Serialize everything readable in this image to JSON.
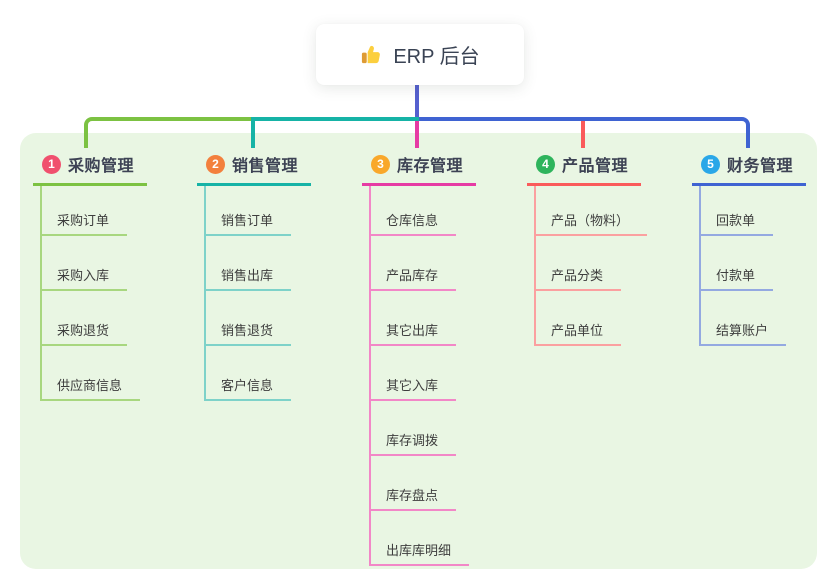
{
  "root": {
    "label": "ERP 后台",
    "icon": "thumbs-up-icon"
  },
  "colors": {
    "stem": "#5560cf",
    "panel_bg": "#e9f6e3",
    "root_text": "#3a4354",
    "branch_title_text": "#3d4254",
    "child_text": "#3e3e3e"
  },
  "branches": [
    {
      "index": "1",
      "label": "采购管理",
      "badge_color": "#f0506e",
      "line_color": "#7cc242",
      "child_line_color": "#a8d77f",
      "children": [
        "采购订单",
        "采购入库",
        "采购退货",
        "供应商信息"
      ]
    },
    {
      "index": "2",
      "label": "销售管理",
      "badge_color": "#f3803d",
      "line_color": "#16b3a6",
      "child_line_color": "#7ed2c9",
      "children": [
        "销售订单",
        "销售出库",
        "销售退货",
        "客户信息"
      ]
    },
    {
      "index": "3",
      "label": "库存管理",
      "badge_color": "#f9a82b",
      "line_color": "#e63ba4",
      "child_line_color": "#f287c7",
      "children": [
        "仓库信息",
        "产品库存",
        "其它出库",
        "其它入库",
        "库存调拨",
        "库存盘点",
        "出库库明细"
      ]
    },
    {
      "index": "4",
      "label": "产品管理",
      "badge_color": "#2eb45c",
      "line_color": "#fa5b5b",
      "child_line_color": "#fba0a0",
      "children": [
        "产品（物料）",
        "产品分类",
        "产品单位"
      ]
    },
    {
      "index": "5",
      "label": "财务管理",
      "badge_color": "#2aa7e8",
      "line_color": "#3f63d2",
      "child_line_color": "#94a9e1",
      "children": [
        "回款单",
        "付款单",
        "结算账户"
      ]
    }
  ]
}
